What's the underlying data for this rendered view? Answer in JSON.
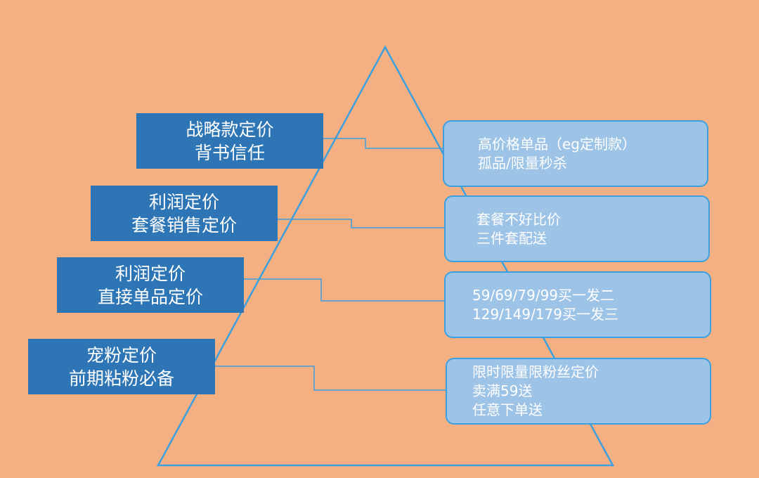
{
  "colors": {
    "background": "#F4AF82",
    "label_fill": "#2E75B6",
    "note_fill": "#9DC3E6",
    "outline": "#3BA0E0",
    "text": "#FFFFFF"
  },
  "levels": [
    {
      "label": [
        "战略款定价",
        "背书信任"
      ],
      "notes": [
        "高价格单品（eg定制款）",
        "孤品/限量秒杀"
      ]
    },
    {
      "label": [
        "利润定价",
        "套餐销售定价"
      ],
      "notes": [
        "套餐不好比价",
        "三件套配送"
      ]
    },
    {
      "label": [
        "利润定价",
        "直接单品定价"
      ],
      "notes": [
        "59/69/79/99买一发二",
        "129/149/179买一发三"
      ]
    },
    {
      "label": [
        "宠粉定价",
        "前期粘粉必备"
      ],
      "notes": [
        "限时限量限粉丝定价",
        "卖满59送",
        "任意下单送"
      ]
    }
  ]
}
